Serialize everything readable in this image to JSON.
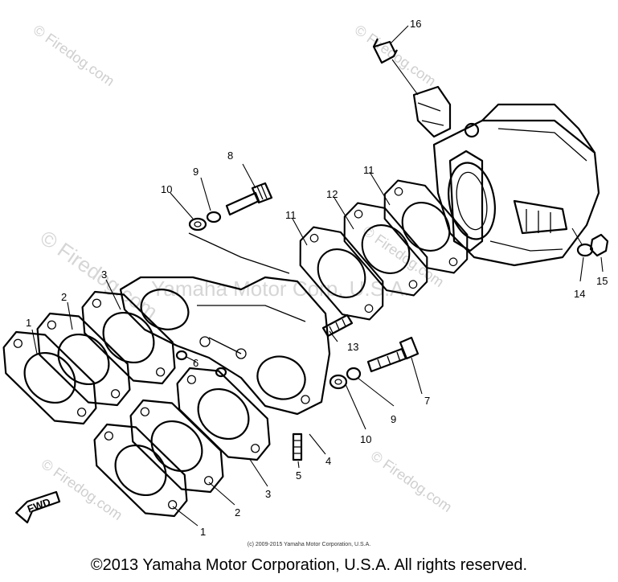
{
  "watermark": "© Firedog.com",
  "overlay_text": "Yamaha Motor Corp. U.S.A.",
  "callouts": [
    "1",
    "2",
    "3",
    "4",
    "5",
    "6",
    "7",
    "8",
    "9",
    "10",
    "11",
    "12",
    "13",
    "14",
    "15",
    "16"
  ],
  "fwd_label": "FWD",
  "fine_print": "(c) 2009-2015 Yamaha Motor Corporation, U.S.A.",
  "footer": "©2013 Yamaha Motor Corporation, U.S.A. All rights reserved."
}
